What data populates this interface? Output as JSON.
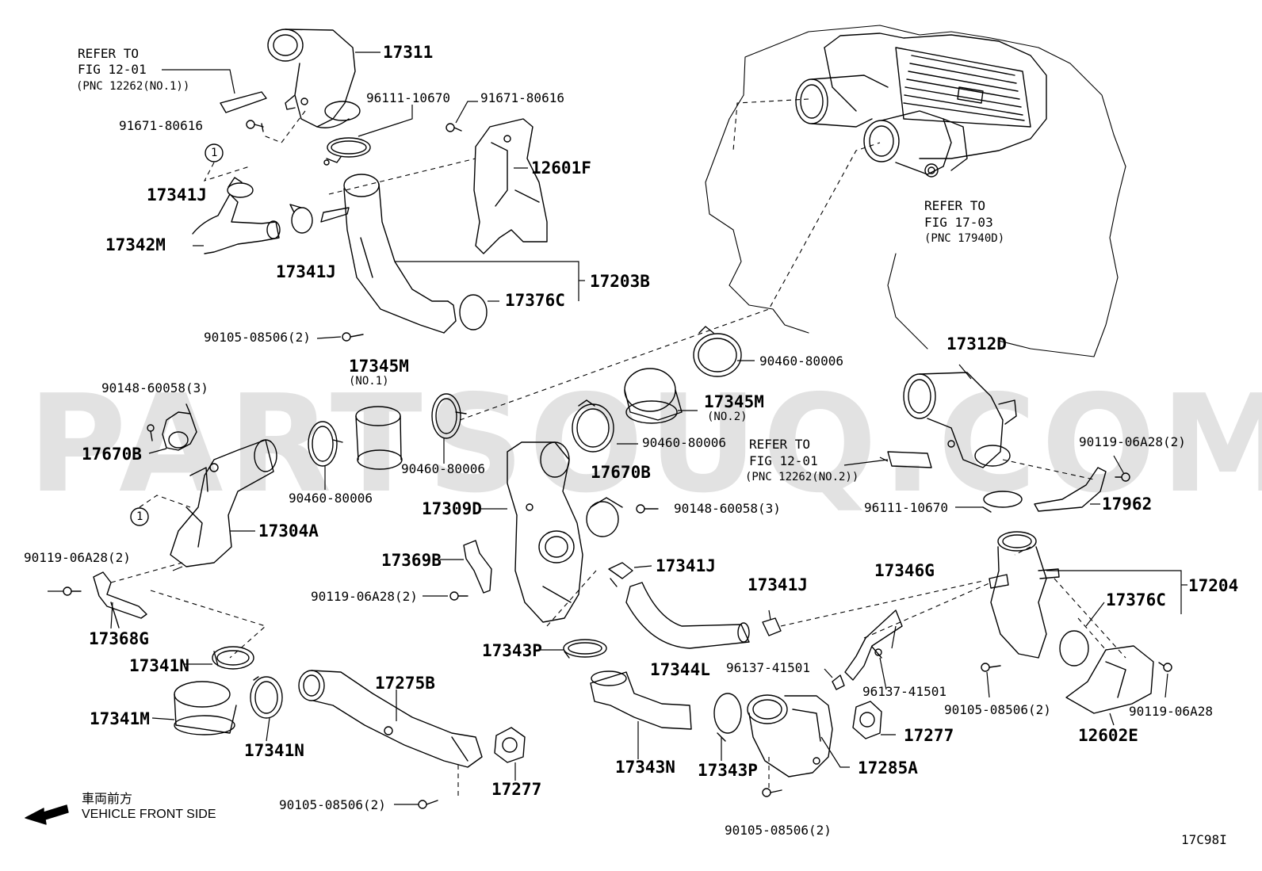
{
  "watermark": "PARTSOUQ.COM",
  "figure_code": "17C98I",
  "callout_marker": "1",
  "front_side": {
    "japanese": "車両前方",
    "english": "VEHICLE FRONT SIDE"
  },
  "references": {
    "ref_a": [
      "REFER TO",
      "FIG 12-01",
      "(PNC 12262(NO.1))"
    ],
    "ref_b": [
      "REFER TO",
      "FIG 17-03",
      "(PNC 17940D)"
    ],
    "ref_c": [
      "REFER TO",
      "FIG 12-01",
      "(PNC 12262(NO.2))"
    ]
  },
  "parts": {
    "p17311": "17311",
    "p96111_a": "96111-10670",
    "p91671_a": "91671-80616",
    "p91671_b": "91671-80616",
    "p12601F": "12601F",
    "p17341J_a": "17341J",
    "p17342M": "17342M",
    "p17341J_b": "17341J",
    "p17203B": "17203B",
    "p17376C_a": "17376C",
    "p90105_a": "90105-08506(2)",
    "p90460_a": "90460-80006",
    "p17345M_1": "17345M",
    "p17345M_1_sub": "(NO.1)",
    "p90148_a": "90148-60058(3)",
    "p17670B_a": "17670B",
    "p17345M_2": "17345M",
    "p17345M_2_sub": "(NO.2)",
    "p17312D": "17312D",
    "p90460_b": "90460-80006",
    "p90460_c": "90460-80006",
    "p90460_d": "90460-80006",
    "p90119_a": "90119-06A28(2)",
    "p17309D": "17309D",
    "p17670B_b": "17670B",
    "p90148_b": "90148-60058(3)",
    "p96111_b": "96111-10670",
    "p17962": "17962",
    "p17304A": "17304A",
    "p90119_b": "90119-06A28(2)",
    "p17369B": "17369B",
    "p17341J_c": "17341J",
    "p17204": "17204",
    "p90119_c": "90119-06A28(2)",
    "p17341J_d": "17341J",
    "p17346G": "17346G",
    "p17376C_b": "17376C",
    "p17368G": "17368G",
    "p17343P_a": "17343P",
    "p17341N_a": "17341N",
    "p17344L": "17344L",
    "p96137_a": "96137-41501",
    "p96137_b": "96137-41501",
    "p90105_b": "90105-08506(2)",
    "p90119_d": "90119-06A28",
    "p17275B": "17275B",
    "p17341M": "17341M",
    "p17341N_b": "17341N",
    "p17277_a": "17277",
    "p17277_b": "17277",
    "p12602E": "12602E",
    "p17343N": "17343N",
    "p17343P_b": "17343P",
    "p17285A": "17285A",
    "p90105_c": "90105-08506(2)",
    "p90105_d": "90105-08506(2)"
  }
}
